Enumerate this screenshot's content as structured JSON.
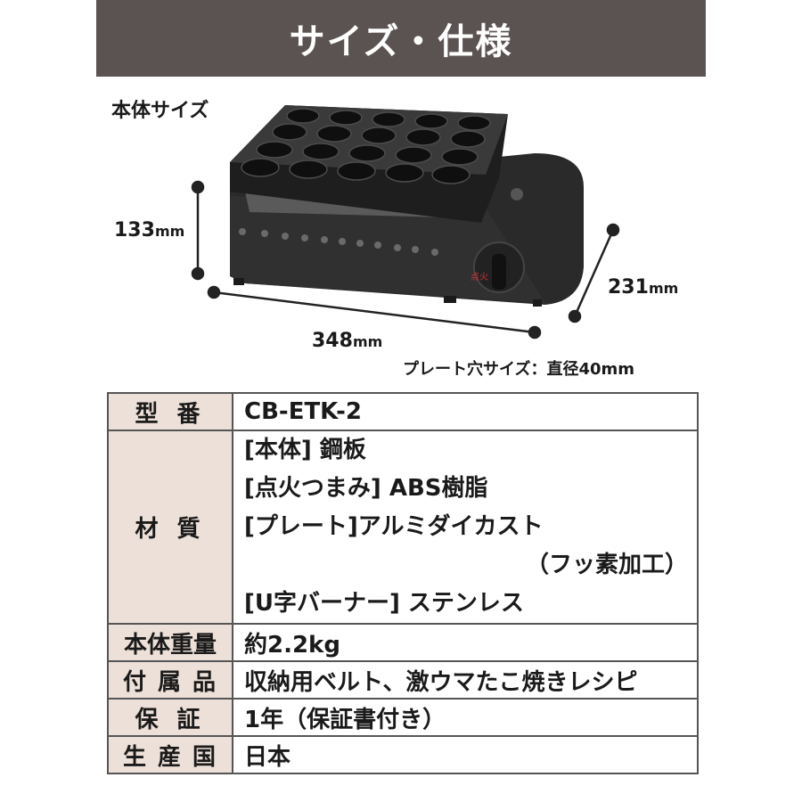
{
  "header": {
    "title": "サイズ・仕様"
  },
  "diagram": {
    "size_label": "本体サイズ",
    "height_value": "133",
    "width_value": "348",
    "depth_value": "231",
    "unit": "mm",
    "hole_size": "プレート穴サイズ：直径40mm",
    "knob_label": "点火"
  },
  "specs": {
    "model": {
      "label": "型 番",
      "value": "CB-ETK-2"
    },
    "material": {
      "label": "材 質",
      "lines": [
        "[本体] 鋼板",
        "[点火つまみ] ABS樹脂",
        "[プレート]アルミダイカスト",
        "（フッ素加工）",
        "[U字バーナー] ステンレス"
      ]
    },
    "weight": {
      "label": "本体重量",
      "value": "約2.2kg"
    },
    "accessories": {
      "label": "付 属 品",
      "value": "収納用ベルト、激ウマたこ焼きレシピ"
    },
    "warranty": {
      "label": "保 証",
      "value": "1年（保証書付き）"
    },
    "origin": {
      "label": "生 産 国",
      "value": "日本"
    }
  }
}
